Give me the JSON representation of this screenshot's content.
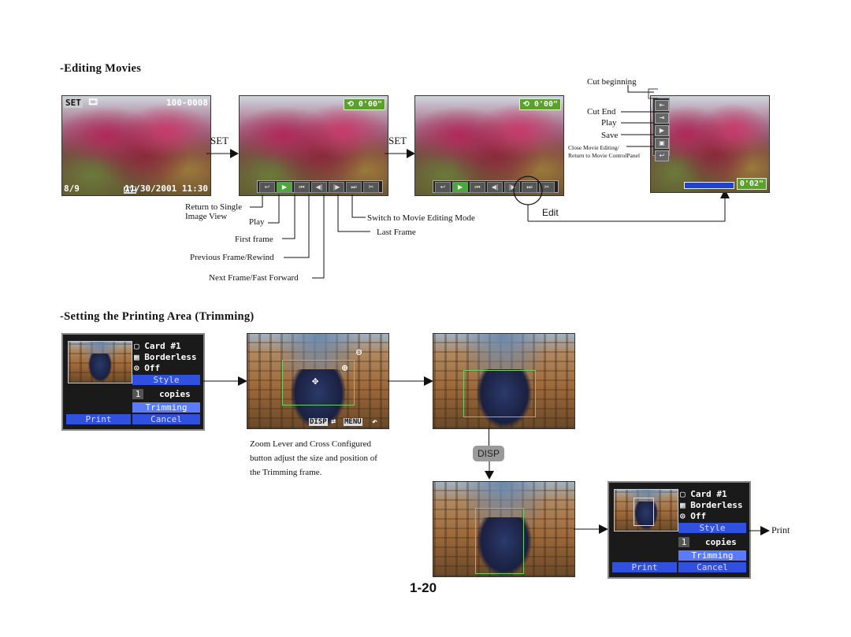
{
  "sections": {
    "editing_title": "-Editing Movies",
    "trimming_title": "-Setting the Printing Area (Trimming)"
  },
  "movie_screen_1": {
    "mode": "SET",
    "file": "100-0008",
    "counter": "8/9",
    "format": "AVI",
    "datetime": "11/30/2001 11:30"
  },
  "movie_screen_2": {
    "time": "0'00\""
  },
  "movie_screen_3": {
    "time": "0'00\""
  },
  "movie_screen_4": {
    "time": "0'02\""
  },
  "set_labels": [
    "SET",
    "SET"
  ],
  "callouts": {
    "return_single": "Return to Single",
    "image_view": "Image View",
    "play": "Play",
    "first_frame": "First frame",
    "prev_frame": "Previous Frame/Rewind",
    "next_frame": "Next Frame/Fast Forward",
    "switch_edit": "Switch to Movie Editing Mode",
    "last_frame": "Last Frame",
    "edit": "Edit",
    "cut_beginning": "Cut beginning",
    "cut_end": "Cut End",
    "play2": "Play",
    "save": "Save",
    "close_editing": "Close Movie Editing/",
    "return_panel": "Return to Movie ControlPanel"
  },
  "print_menu": {
    "card": "Card #1",
    "borderless": "Borderless",
    "date": "Off",
    "style": "Style",
    "copies_num": "1",
    "copies": "copies",
    "trimming": "Trimming",
    "print": "Print",
    "cancel": "Cancel"
  },
  "trim_osd": {
    "disp": "DISP",
    "menu": "MENU"
  },
  "trim_note": [
    "Zoom Lever and Cross Configured",
    "button adjust the size and position of",
    "the Trimming frame."
  ],
  "disp_button": "DISP",
  "print_label": "Print",
  "page_number": "1-20",
  "icons": [
    "play-icon",
    "first-frame-icon",
    "rewind-icon",
    "fast-forward-icon",
    "last-frame-icon",
    "edit-scissors-icon",
    "return-icon",
    "zoom-icon",
    "cross-move-icon"
  ]
}
